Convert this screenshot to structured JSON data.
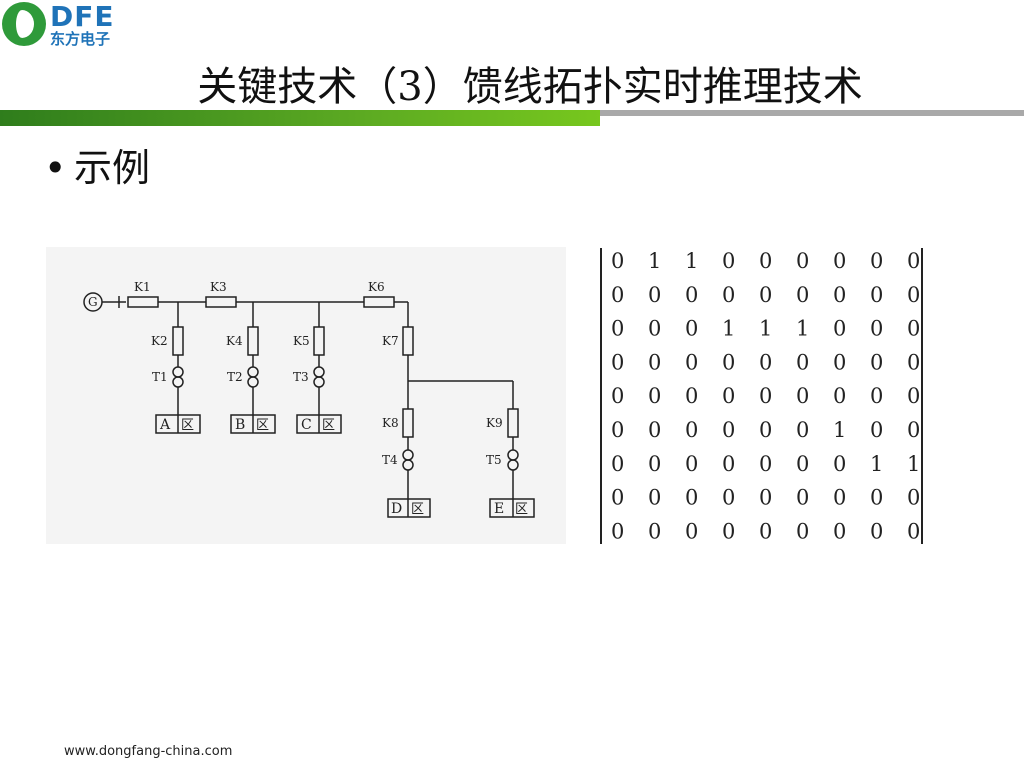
{
  "logo": {
    "brand": "DFE",
    "subtitle": "东方电子"
  },
  "title": "关键技术（3）馈线拓扑实时推理技术",
  "bullet": {
    "marker": "•",
    "text": "示例"
  },
  "diagram": {
    "source": "G",
    "switches": [
      "K1",
      "K3",
      "K6",
      "K2",
      "K4",
      "K5",
      "K7",
      "K8",
      "K9"
    ],
    "transformers": [
      "T1",
      "T2",
      "T3",
      "T4",
      "T5"
    ],
    "loads": [
      {
        "letter": "A",
        "sym": "区"
      },
      {
        "letter": "B",
        "sym": "区"
      },
      {
        "letter": "C",
        "sym": "区"
      },
      {
        "letter": "D",
        "sym": "区"
      },
      {
        "letter": "E",
        "sym": "区"
      }
    ]
  },
  "matrix": [
    [
      0,
      1,
      1,
      0,
      0,
      0,
      0,
      0,
      0
    ],
    [
      0,
      0,
      0,
      0,
      0,
      0,
      0,
      0,
      0
    ],
    [
      0,
      0,
      0,
      1,
      1,
      1,
      0,
      0,
      0
    ],
    [
      0,
      0,
      0,
      0,
      0,
      0,
      0,
      0,
      0
    ],
    [
      0,
      0,
      0,
      0,
      0,
      0,
      0,
      0,
      0
    ],
    [
      0,
      0,
      0,
      0,
      0,
      0,
      1,
      0,
      0
    ],
    [
      0,
      0,
      0,
      0,
      0,
      0,
      0,
      1,
      1
    ],
    [
      0,
      0,
      0,
      0,
      0,
      0,
      0,
      0,
      0
    ],
    [
      0,
      0,
      0,
      0,
      0,
      0,
      0,
      0,
      0
    ]
  ],
  "footer": "www.dongfang-china.com"
}
